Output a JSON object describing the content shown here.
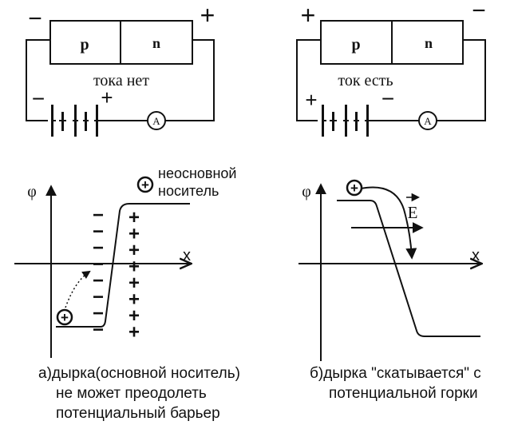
{
  "circuit_left": {
    "region_p": "p",
    "region_n": "n",
    "terminal_left_sign": "−",
    "terminal_right_sign": "+",
    "status": "тока нет",
    "battery_minus": "−",
    "battery_plus": "+",
    "ammeter": "A"
  },
  "circuit_right": {
    "region_p": "p",
    "region_n": "n",
    "terminal_left_sign": "+",
    "terminal_right_sign": "−",
    "status": "ток есть",
    "battery_plus": "+",
    "battery_minus": "−",
    "ammeter": "A"
  },
  "graph_left": {
    "y_axis_label": "φ",
    "x_axis_label": "x",
    "carrier_label_line1": "неосновной",
    "carrier_label_line2": "носитель",
    "hole_symbol": "+",
    "minus_signs": [
      "−",
      "−",
      "−",
      "−",
      "−",
      "−",
      "−",
      "−"
    ],
    "plus_signs": [
      "+",
      "+",
      "+",
      "+",
      "+",
      "+",
      "+",
      "+"
    ]
  },
  "graph_right": {
    "y_axis_label": "φ",
    "x_axis_label": "x",
    "field_label": "E",
    "hole_symbol": "+"
  },
  "captions": {
    "left_marker": "а)",
    "left_line1": "дырка(основной носитель)",
    "left_line2": "не может преодолеть",
    "left_line3": "потенциальный барьер",
    "right_marker": "б)",
    "right_line1": "дырка \"скатывается\" с",
    "right_line2": "потенциальной горки"
  }
}
